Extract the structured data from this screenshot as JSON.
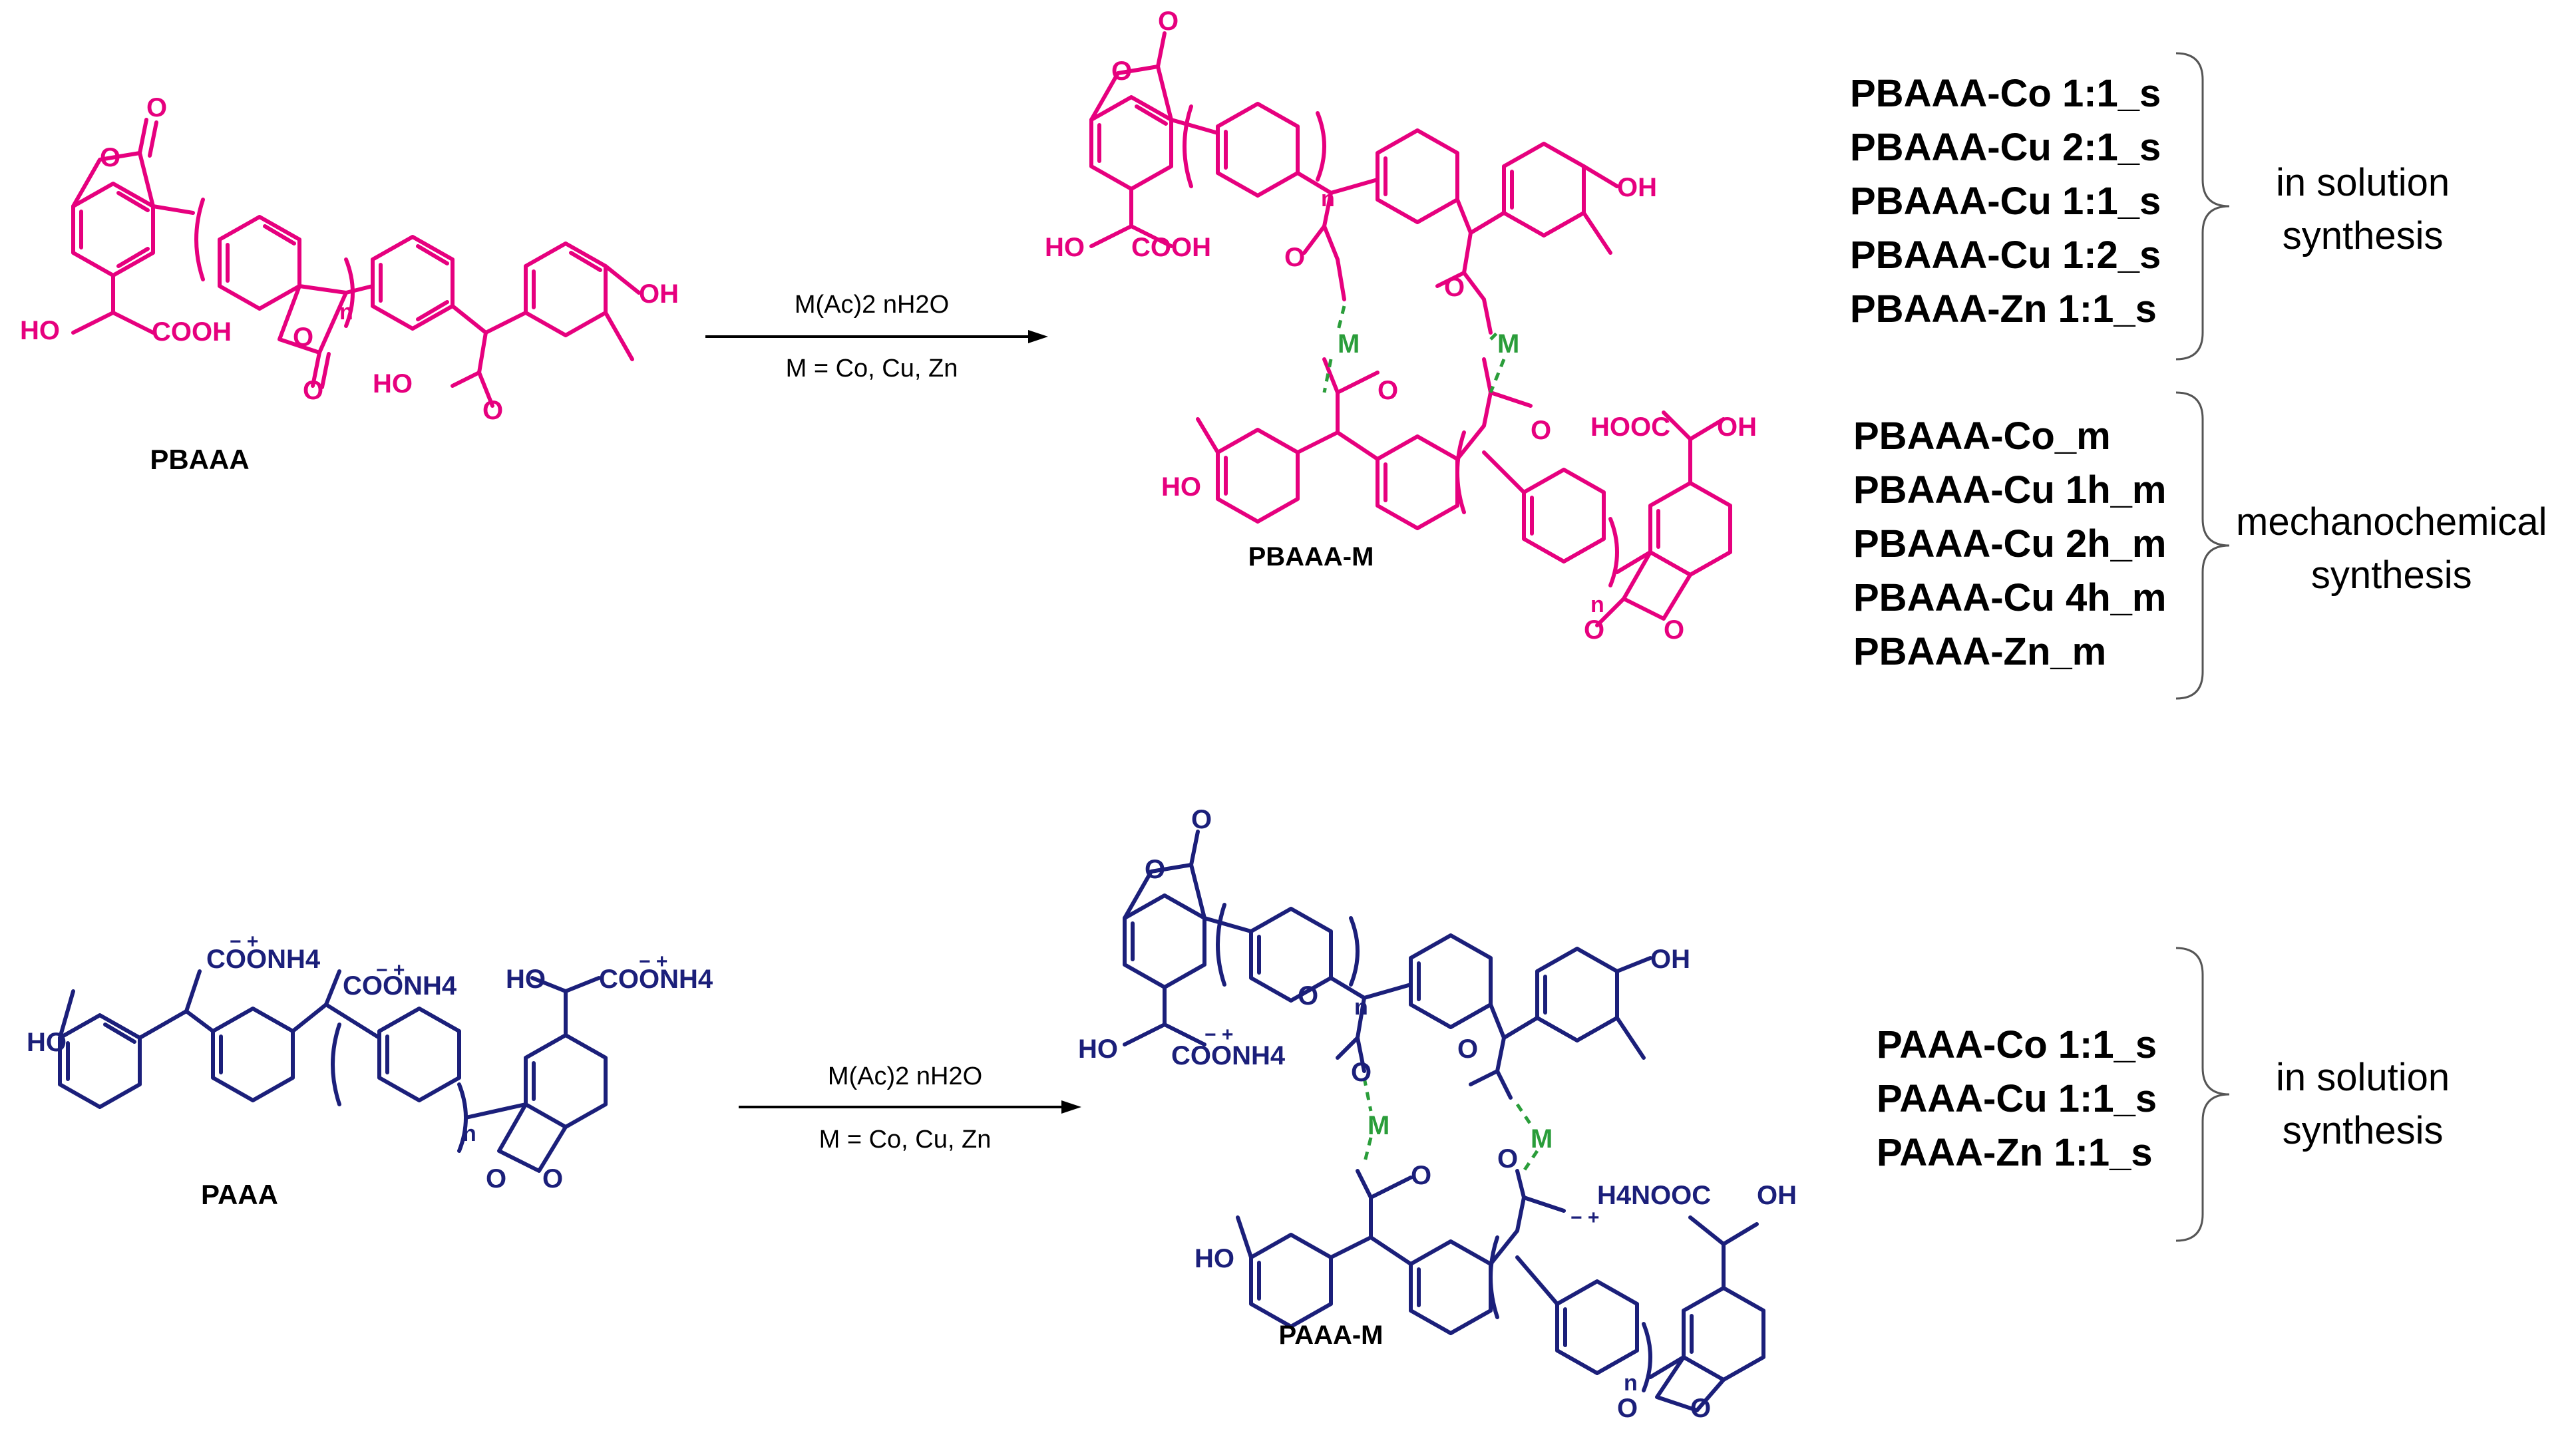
{
  "colors": {
    "pbaa": "#e6007e",
    "paaa": "#1b1f7a",
    "metal": "#2a9d3a",
    "text": "#000000"
  },
  "top": {
    "reactant_label": "PBAAA",
    "product_label": "PBAAA-M",
    "arrow_reagent": "M(Ac)2 nH2O",
    "arrow_metals": "M = Co, Cu, Zn",
    "solution_samples": [
      "PBAAA-Co 1:1_s",
      "PBAAA-Cu 2:1_s",
      "PBAAA-Cu 1:1_s",
      "PBAAA-Cu 1:2_s",
      "PBAAA-Zn 1:1_s"
    ],
    "solution_method": [
      "in solution",
      "synthesis"
    ],
    "mechano_samples": [
      "PBAAA-Co_m",
      "PBAAA-Cu 1h_m",
      "PBAAA-Cu 2h_m",
      "PBAAA-Cu 4h_m",
      "PBAAA-Zn_m"
    ],
    "mechano_method": [
      "mechanochemical",
      "synthesis"
    ]
  },
  "bottom": {
    "reactant_label": "PAAA",
    "product_label": "PAAA-M",
    "arrow_reagent": "M(Ac)2 nH2O",
    "arrow_metals": "M = Co, Cu, Zn",
    "solution_samples": [
      "PAAA-Co 1:1_s",
      "PAAA-Cu 1:1_s",
      "PAAA-Zn 1:1_s"
    ],
    "solution_method": [
      "in solution",
      "synthesis"
    ]
  },
  "chem_text": {
    "hydroxyl": "HO",
    "hydroxyl_r": "OH",
    "acid": "COOH",
    "acid_l": "HOOC",
    "oxygen": "O",
    "n": "n",
    "metal": "M",
    "ammonium_salt": "COONH4",
    "ammonium_salt_l": "H4NOOC",
    "charges": "− +"
  }
}
